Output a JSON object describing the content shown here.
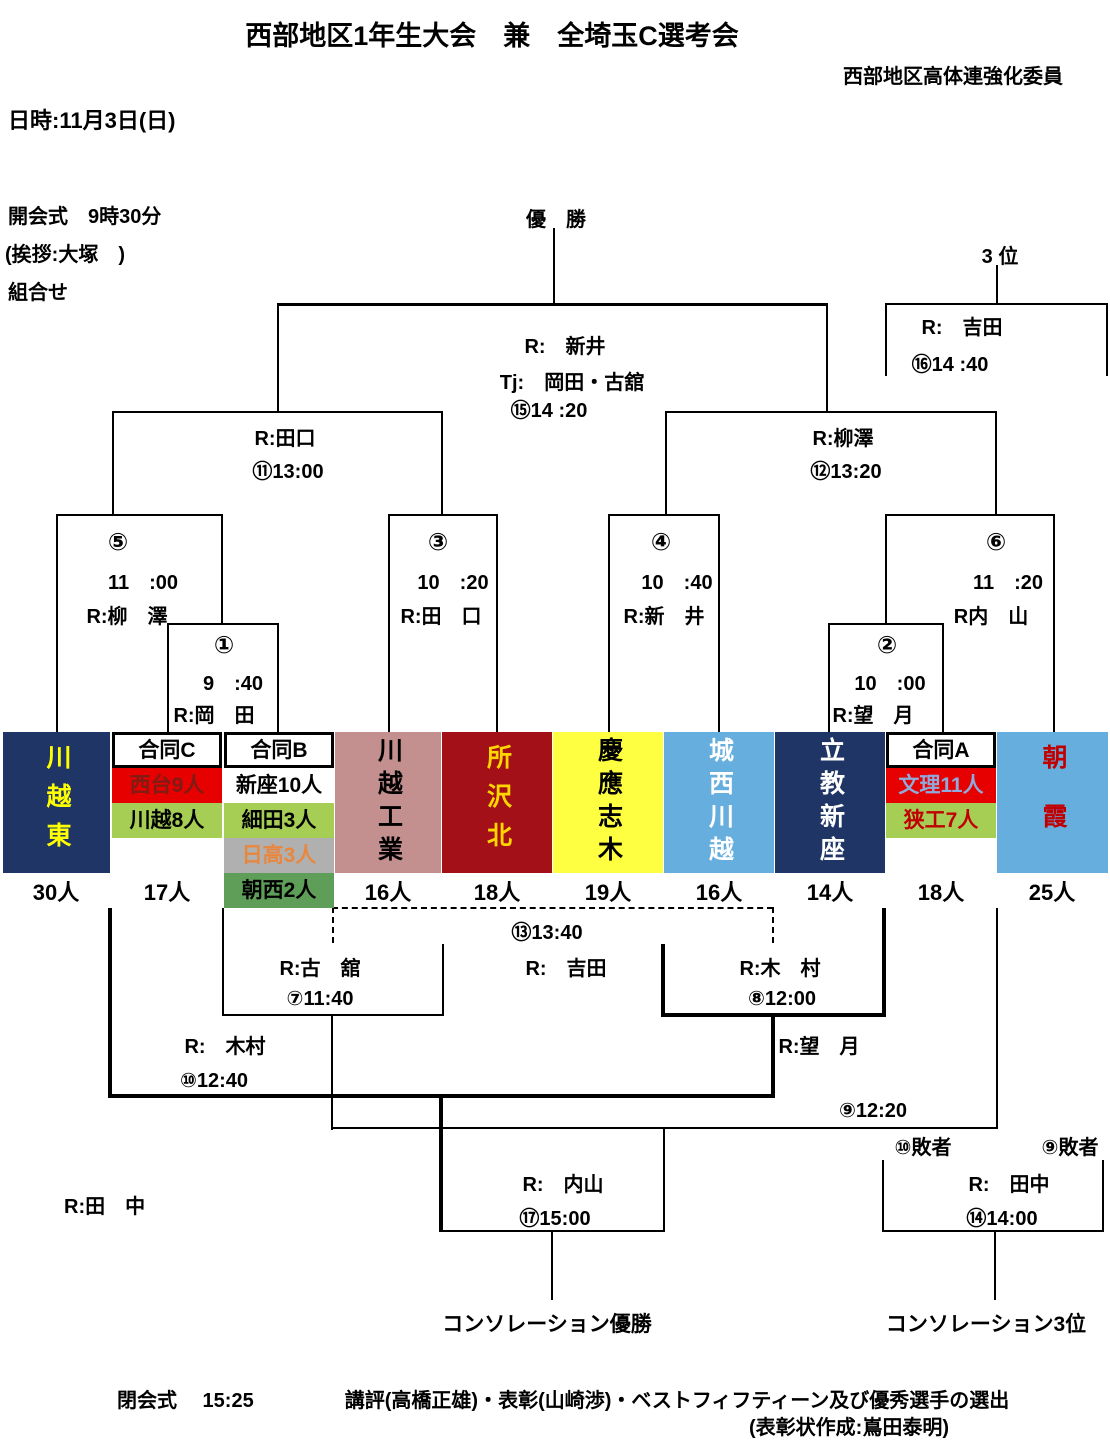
{
  "header": {
    "title": "西部地区1年生大会　兼　全埼玉C選考会",
    "committee": "西部地区高体連強化委員",
    "date_line": "日時:11月3日(日)",
    "opening": "開会式　9時30分",
    "greeting": "(挨拶:大塚　)",
    "kumiawase": "組合せ",
    "champion": "優　勝",
    "third_place": "3 位"
  },
  "matches": {
    "m1": {
      "num": "①",
      "time": "9　:40",
      "ref": "R:岡　田"
    },
    "m2": {
      "num": "②",
      "time": "10　:00",
      "ref": "R:望　月"
    },
    "m3": {
      "num": "③",
      "time": "10　:20",
      "ref": "R:田　口"
    },
    "m4": {
      "num": "④",
      "time": "10　:40",
      "ref": "R:新　井"
    },
    "m5": {
      "num": "⑤",
      "time": "11　:00",
      "ref": "R:柳　澤"
    },
    "m6": {
      "num": "⑥",
      "time": "11　:20",
      "ref": "R内　山"
    },
    "m7": {
      "label": "⑦11:40",
      "ref": "R:古　舘"
    },
    "m8": {
      "label": "⑧12:00",
      "ref": "R:木　村"
    },
    "m9": {
      "label": "⑨12:20",
      "ref": "R:望　月"
    },
    "m10": {
      "label": "⑩12:40",
      "ref": "R:　木村"
    },
    "m11": {
      "label": "⑪13:00",
      "ref": "R:田口"
    },
    "m12": {
      "label": "⑫13:20",
      "ref": "R:柳澤"
    },
    "m13": {
      "label": "⑬13:40",
      "ref": "R:　吉田"
    },
    "m14": {
      "label": "⑭14:00",
      "ref": "R:　田中"
    },
    "m15": {
      "label": "⑮14 :20",
      "ref": "R:　新井",
      "tj": "Tj:　岡田・古舘"
    },
    "m16": {
      "label": "⑯14 :40",
      "ref": "R:　吉田"
    },
    "m17": {
      "label": "⑰15:00",
      "ref": "R:　内山"
    },
    "loser10": "⑩敗者",
    "loser9": "⑨敗者",
    "floating_ref": "R:田　中"
  },
  "teams": [
    {
      "name": "川越東",
      "bg": "#1e3566",
      "fg": "#ffff00",
      "total": "30人"
    },
    {
      "name": "合同C",
      "total": "17人",
      "members": [
        {
          "label": "西台9人",
          "bg": "#e60000",
          "fg": "#7e1c15"
        },
        {
          "label": "川越8人",
          "bg": "#a6ce54",
          "fg": "#000000"
        }
      ]
    },
    {
      "name": "合同B",
      "total": "",
      "members": [
        {
          "label": "新座10人",
          "bg": "#ffffff",
          "fg": "#000000"
        },
        {
          "label": "細田3人",
          "bg": "#a6ce54",
          "fg": "#000000"
        },
        {
          "label": "日高3人",
          "bg": "#b0b0b0",
          "fg": "#e8873f"
        },
        {
          "label": "朝西2人",
          "bg": "#5f9e58",
          "fg": "#000000"
        }
      ]
    },
    {
      "name": "川越工業",
      "bg": "#c48f8f",
      "fg": "#000000",
      "total": "16人"
    },
    {
      "name": "所沢北",
      "bg": "#a31017",
      "fg": "#ffd700",
      "total": "18人"
    },
    {
      "name": "慶應志木",
      "bg": "#ffff42",
      "fg": "#000000",
      "total": "19人"
    },
    {
      "name": "城西川越",
      "bg": "#66aede",
      "fg": "#ffffff",
      "total": "16人"
    },
    {
      "name": "立教新座",
      "bg": "#1e3566",
      "fg": "#ffffff",
      "total": "14人"
    },
    {
      "name": "合同A",
      "total": "18人",
      "members": [
        {
          "label": "文理11人",
          "bg": "#e60000",
          "fg": "#8faadc"
        },
        {
          "label": "狭工7人",
          "bg": "#a6ce54",
          "fg": "#c00000"
        }
      ]
    },
    {
      "name": "朝霞",
      "bg": "#66aede",
      "fg": "#c00000",
      "total": "25人"
    }
  ],
  "footer": {
    "consolation_champion": "コンソレーション優勝",
    "consolation_third": "コンソレーション3位",
    "closing": "閉会式　 15:25",
    "remarks": "講評(高橋正雄)・表彰(山崎渉)・ベストフィフティーン及び優秀選手の選出",
    "certificate": "(表彰状作成:嶌田泰明)"
  }
}
